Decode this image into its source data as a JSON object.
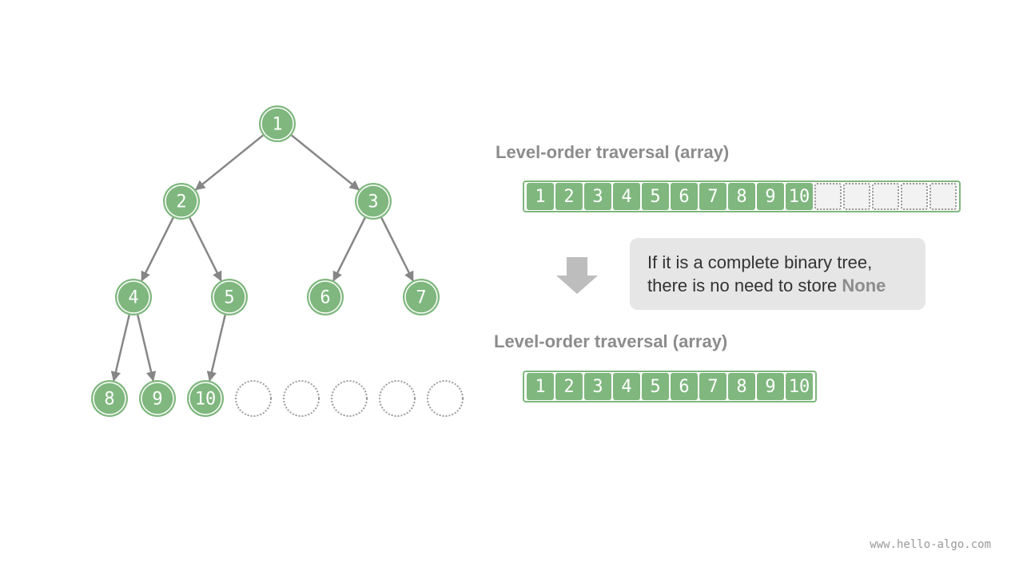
{
  "tree": {
    "nodes": [
      "1",
      "2",
      "3",
      "4",
      "5",
      "6",
      "7",
      "8",
      "9",
      "10"
    ],
    "empty_slot_count": 5,
    "colors": {
      "node_fill": "#7fb77e",
      "edge": "#868686",
      "empty_outline": "#9a9a9a"
    }
  },
  "array_with_padding": {
    "title": "Level-order traversal (array)",
    "cells": [
      "1",
      "2",
      "3",
      "4",
      "5",
      "6",
      "7",
      "8",
      "9",
      "10",
      "",
      "",
      "",
      "",
      ""
    ]
  },
  "conversion_arrow": {
    "icon": "down-arrow-icon",
    "color": "#bdbdbd"
  },
  "note": {
    "line1": "If it is a complete binary tree,",
    "line2_prefix": "there is no need to store ",
    "line2_highlight": "None"
  },
  "array_compact": {
    "title": "Level-order traversal (array)",
    "cells": [
      "1",
      "2",
      "3",
      "4",
      "5",
      "6",
      "7",
      "8",
      "9",
      "10"
    ]
  },
  "watermark": "www.hello-algo.com"
}
